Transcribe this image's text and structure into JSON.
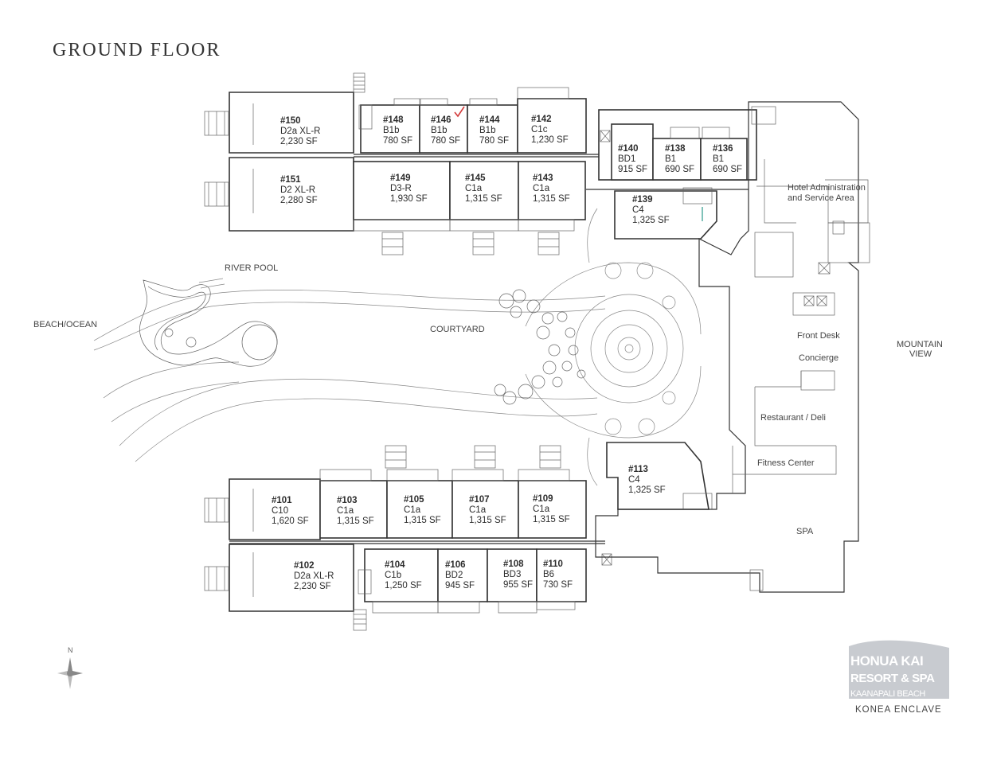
{
  "title": "GROUND FLOOR",
  "units": [
    {
      "id": "#150",
      "type": "D2a XL-R",
      "area": "2,230 SF"
    },
    {
      "id": "#148",
      "type": "B1b",
      "area": "780 SF"
    },
    {
      "id": "#146",
      "type": "B1b",
      "area": "780 SF",
      "checked": true
    },
    {
      "id": "#144",
      "type": "B1b",
      "area": "780 SF"
    },
    {
      "id": "#142",
      "type": "C1c",
      "area": "1,230 SF"
    },
    {
      "id": "#140",
      "type": "BD1",
      "area": "915 SF"
    },
    {
      "id": "#138",
      "type": "B1",
      "area": "690 SF"
    },
    {
      "id": "#136",
      "type": "B1",
      "area": "690 SF"
    },
    {
      "id": "#151",
      "type": "D2 XL-R",
      "area": "2,280 SF"
    },
    {
      "id": "#149",
      "type": "D3-R",
      "area": "1,930 SF"
    },
    {
      "id": "#145",
      "type": "C1a",
      "area": "1,315 SF"
    },
    {
      "id": "#143",
      "type": "C1a",
      "area": "1,315 SF"
    },
    {
      "id": "#139",
      "type": "C4",
      "area": "1,325 SF"
    },
    {
      "id": "#113",
      "type": "C4",
      "area": "1,325 SF"
    },
    {
      "id": "#101",
      "type": "C10",
      "area": "1,620 SF"
    },
    {
      "id": "#103",
      "type": "C1a",
      "area": "1,315 SF"
    },
    {
      "id": "#105",
      "type": "C1a",
      "area": "1,315 SF"
    },
    {
      "id": "#107",
      "type": "C1a",
      "area": "1,315 SF"
    },
    {
      "id": "#109",
      "type": "C1a",
      "area": "1,315 SF"
    },
    {
      "id": "#102",
      "type": "D2a XL-R",
      "area": "2,230 SF"
    },
    {
      "id": "#104",
      "type": "C1b",
      "area": "1,250 SF"
    },
    {
      "id": "#106",
      "type": "BD2",
      "area": "945 SF"
    },
    {
      "id": "#108",
      "type": "BD3",
      "area": "955 SF"
    },
    {
      "id": "#110",
      "type": "B6",
      "area": "730 SF"
    }
  ],
  "areas": {
    "hotel_admin_line1": "Hotel Administration",
    "hotel_admin_line2": "and Service Area",
    "front_desk": "Front Desk",
    "concierge": "Concierge",
    "restaurant": "Restaurant / Deli",
    "fitness": "Fitness Center",
    "spa": "SPA",
    "river_pool": "RIVER POOL",
    "courtyard": "COURTYARD",
    "beach_ocean": "BEACH/OCEAN",
    "mountain_line1": "MOUNTAIN",
    "mountain_line2": "VIEW"
  },
  "compass": {
    "north": "N"
  },
  "logo": {
    "line1": "HONUA KAI",
    "line2": "RESORT & SPA",
    "line3": "KAANAPALI BEACH",
    "caption": "KONEA ENCLAVE"
  },
  "colors": {
    "checkmark": "#d23a3a",
    "accent_line": "#2a9a8a",
    "logo": "#c8cbd0"
  }
}
